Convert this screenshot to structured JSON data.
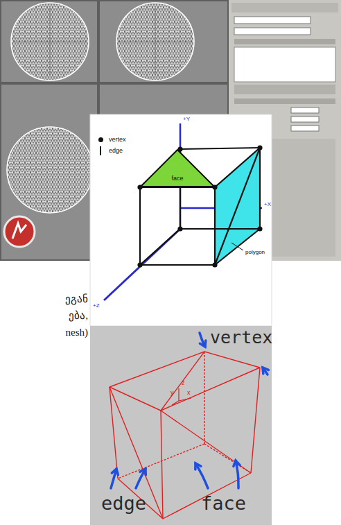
{
  "diagram": {
    "nodes": [
      {
        "text": [
          "face"
        ]
      }
    ],
    "labels": [
      "ეგან",
      "ება,",
      "nesh)",
      "+Y",
      "+X",
      "+Z",
      "polygon",
      "vertex",
      "edge",
      "face",
      "y",
      "x",
      "z"
    ],
    "legend": [
      {
        "text": "vertex"
      },
      {
        "text": "edge"
      }
    ]
  }
}
